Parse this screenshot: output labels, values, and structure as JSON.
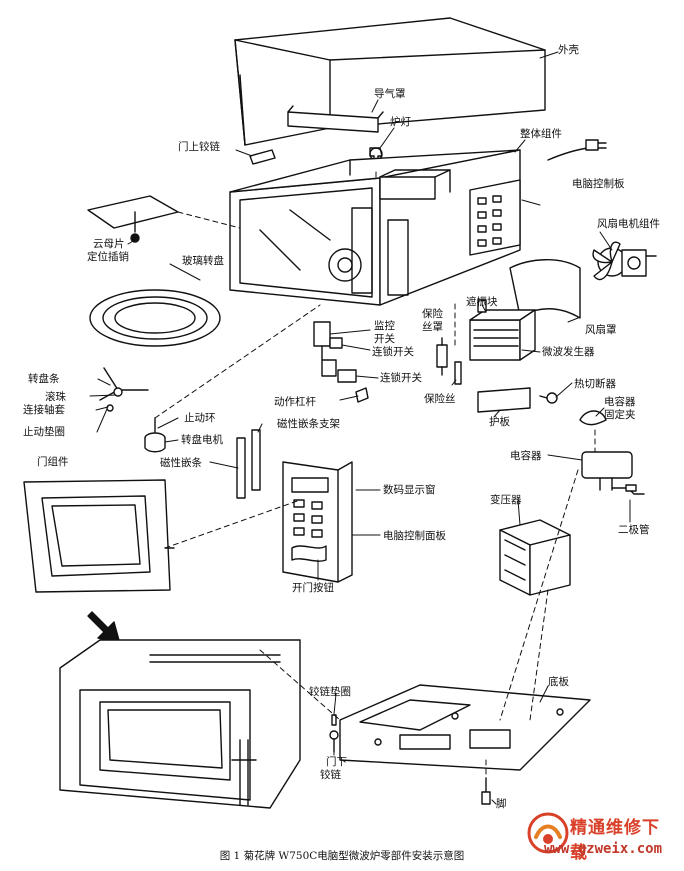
{
  "labels": {
    "outer_shell": "外壳",
    "air_guide": "导气罩",
    "door_hinge_upper": "门上铰链",
    "lamp": "炉灯",
    "whole_assembly": "整体组件",
    "control_board": "电脑控制板",
    "fan_motor": "风扇电机组件",
    "mica_line1": "云母片",
    "mica_line2": "定位插销",
    "glass_tray": "玻璃转盘",
    "fan_cover": "风扇罩",
    "shield_block": "遮振块",
    "fuse_cover_1": "保险",
    "fuse_cover_2": "丝罩",
    "monitor_switch_1": "监控",
    "monitor_switch_2": "开关",
    "interlock_switch_1": "连锁开关",
    "interlock_switch_2": "连锁开关",
    "magnetron": "微波发生器",
    "tray_bar": "转盘条",
    "roller": "滚珠",
    "shaft_sleeve": "连接轴套",
    "stop_washer": "止动垫圈",
    "action_lever": "动作杠杆",
    "fuse": "保险丝",
    "thermal_cutoff": "热切断器",
    "stop_ring": "止动环",
    "tray_motor": "转盘电机",
    "magnet_bracket": "磁性嵌条支架",
    "guard_plate": "护板",
    "capacitor_clip_1": "电容器",
    "capacitor_clip_2": "固定夹",
    "magnet_strip": "磁性嵌条",
    "door_assembly": "门组件",
    "capacitor": "电容器",
    "digital_display": "数码显示窗",
    "transformer": "变压器",
    "diode": "二极管",
    "control_panel": "电脑控制面板",
    "door_button": "开门按钮",
    "hinge_washer": "铰链垫圈",
    "base_plate": "底板",
    "lower_hinge_1": "门下",
    "lower_hinge_2": "铰链",
    "foot": "脚"
  },
  "caption": "图 1  菊花牌 W750C电脑型微波炉零部件安装示意图",
  "watermark": {
    "title": "精通维修下载",
    "url": "www.gzweix.com",
    "color": "#d9412a"
  }
}
